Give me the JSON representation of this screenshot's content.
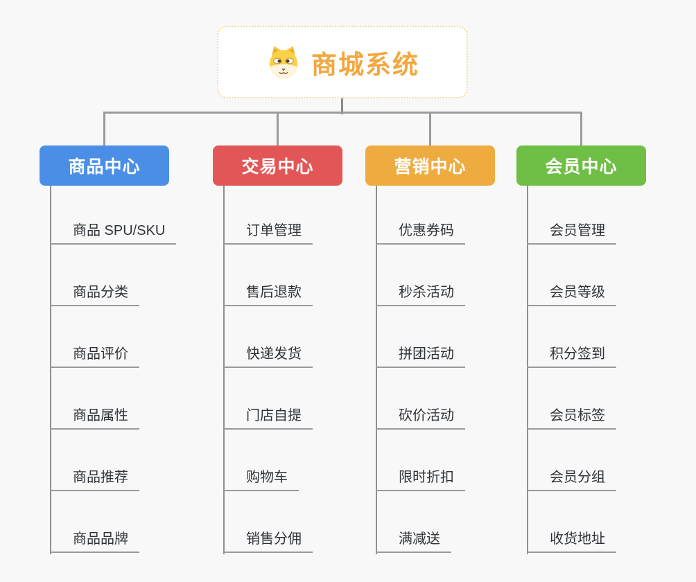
{
  "root": {
    "label": "商城系统",
    "icon": "shiba-dog-icon",
    "text_color": "#f1a840",
    "border_color": "#f7d89e",
    "background": "#ffffff"
  },
  "connector_color": "#9b9b9b",
  "canvas_background": "#f8f8f8",
  "branches": [
    {
      "label": "商品中心",
      "color": "#4a8ee6",
      "children": [
        "商品 SPU/SKU",
        "商品分类",
        "商品评价",
        "商品属性",
        "商品推荐",
        "商品品牌"
      ]
    },
    {
      "label": "交易中心",
      "color": "#e35657",
      "children": [
        "订单管理",
        "售后退款",
        "快递发货",
        "门店自提",
        "购物车",
        "销售分佣"
      ]
    },
    {
      "label": "营销中心",
      "color": "#eeac40",
      "children": [
        "优惠券码",
        "秒杀活动",
        "拼团活动",
        "砍价活动",
        "限时折扣",
        "满减送"
      ]
    },
    {
      "label": "会员中心",
      "color": "#6fbe45",
      "children": [
        "会员管理",
        "会员等级",
        "积分签到",
        "会员标签",
        "会员分组",
        "收货地址"
      ]
    }
  ]
}
